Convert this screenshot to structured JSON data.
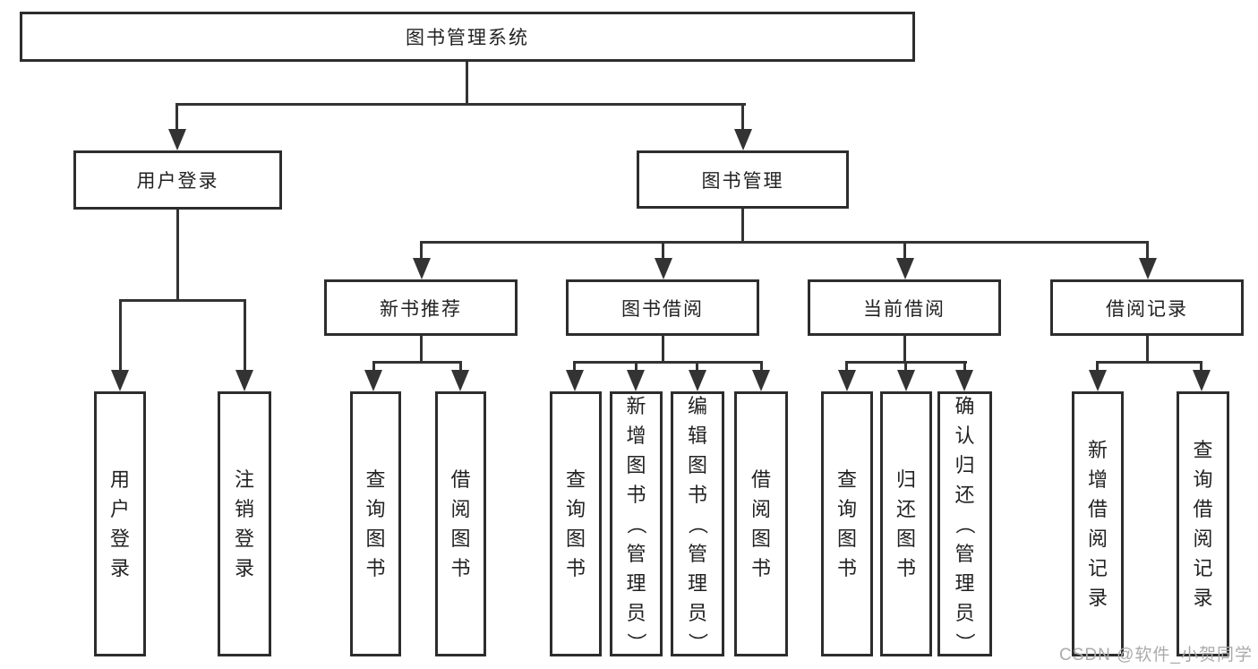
{
  "diagram": {
    "root": {
      "label": "图书管理系统"
    },
    "level2": [
      {
        "label": "用户登录"
      },
      {
        "label": "图书管理"
      }
    ],
    "level3": [
      {
        "label": "新书推荐"
      },
      {
        "label": "图书借阅"
      },
      {
        "label": "当前借阅"
      },
      {
        "label": "借阅记录"
      }
    ],
    "level4": [
      {
        "label": "用户登录"
      },
      {
        "label": "注销登录"
      },
      {
        "label": "查询图书"
      },
      {
        "label": "借阅图书"
      },
      {
        "label": "查询图书"
      },
      {
        "label": "新增图书（管理员）"
      },
      {
        "label": "编辑图书（管理员）"
      },
      {
        "label": "借阅图书"
      },
      {
        "label": "查询图书"
      },
      {
        "label": "归还图书"
      },
      {
        "label": "确认归还（管理员）"
      },
      {
        "label": "新增借阅记录"
      },
      {
        "label": "查询借阅记录"
      }
    ]
  },
  "watermark": {
    "text": "CSDN @软件_小贺同学"
  },
  "colors": {
    "line": "#333333",
    "box_border": "#2d2d2d",
    "text": "#222222",
    "watermark": "#ababab",
    "background": "#ffffff"
  }
}
